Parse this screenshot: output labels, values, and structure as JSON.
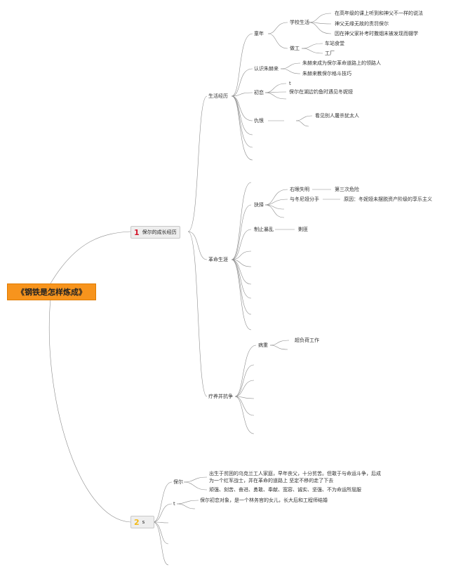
{
  "root": {
    "title": "《钢铁是怎样炼成》"
  },
  "branch1": {
    "badge": "1",
    "title": "保尔的成长经历",
    "life": {
      "title": "生活经历",
      "childhood": {
        "title": "童年",
        "school": {
          "title": "学校生活",
          "items": [
            "在高年级的课上听到和神父不一样的说法",
            "神父无缘无故的责罚保尔",
            "因在神父家补考时撒烟末被发现而辍学"
          ]
        },
        "work": {
          "title": "做工",
          "items": [
            "车站食堂",
            "工厂"
          ]
        }
      },
      "zhuhelai": {
        "title": "认识朱赫来",
        "items": [
          "朱赫来成为保尔革命道路上的领路人",
          "朱赫来教保尔格斗技巧"
        ]
      },
      "love": {
        "title": "初恋",
        "items": [
          "t",
          "保尔在湖边钓鱼时遇见冬妮娅"
        ]
      },
      "revenge": {
        "title": "仇恨",
        "items": [
          "看见别人屠杀犹太人"
        ]
      }
    },
    "revolution": {
      "title": "革命生涯",
      "choice": {
        "title": "抉择",
        "blind": {
          "title": "右眼失明",
          "note": "第三次危险"
        },
        "break": {
          "title": "与冬尼娅分手",
          "note": "原因：冬妮娅未摆脱资产阶级的享乐主义"
        }
      },
      "stop": {
        "title": "制止暴乱",
        "note": "剿匪"
      }
    },
    "recovery": {
      "title": "疗养并抗争",
      "ill": {
        "title": "病重",
        "note": "超负荷工作"
      }
    }
  },
  "branch2": {
    "badge": "2",
    "title": "s",
    "paul": {
      "title": "保尔",
      "desc1": "出生于贫困的乌克兰工人家庭，早年丧父，十分贫苦。但敢于与命运斗争，后成为一个红军战士，并在革命的道路上 坚定不移的走了下去",
      "desc2": "顽强、刻苦、奋进、勇敢、奉献、宽容、诚实、坚强、不为命运所屈服"
    },
    "t": {
      "title": "t",
      "desc": "保尔初恋对象，是一个林务官的女儿，长大后和工程师结婚"
    }
  },
  "colors": {
    "root_fill": "#f7941d",
    "line": "#8c8c8c",
    "badge1": "#d3182c",
    "badge2": "#f2b915"
  }
}
